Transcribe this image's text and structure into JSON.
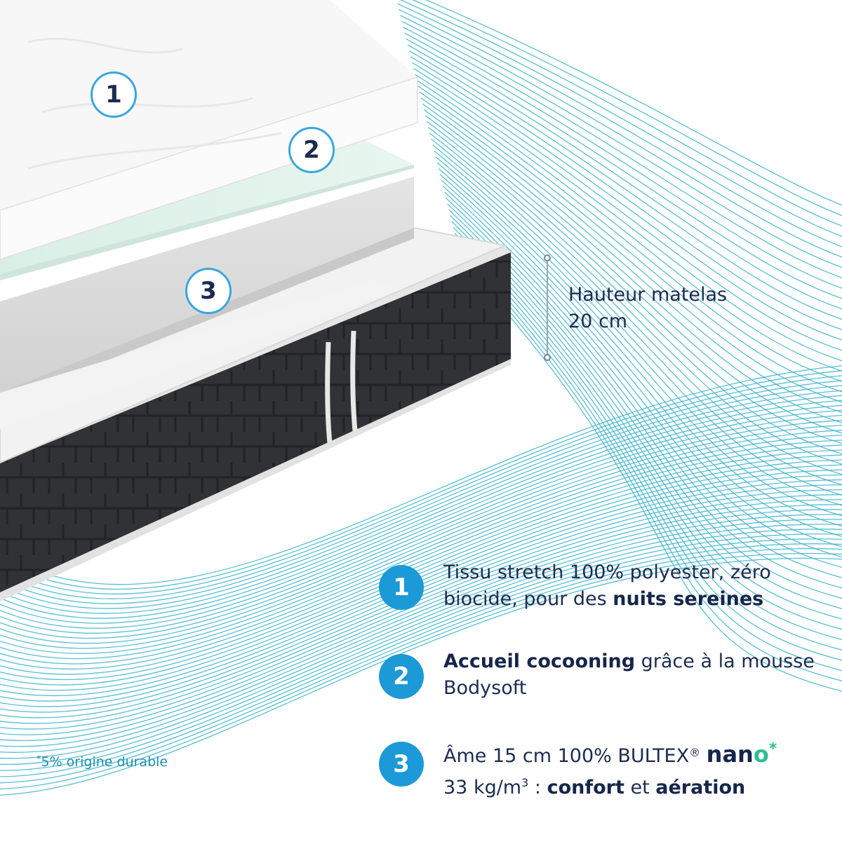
{
  "colors": {
    "accent": "#1b9ad7",
    "wave_lines": "#39b4cc",
    "text": "#1d2c4f",
    "nano_o": "#2dbf8f",
    "mattress_side": "#2f3033"
  },
  "layer_markers": [
    "1",
    "2",
    "3"
  ],
  "height": {
    "line1": "Hauteur matelas",
    "line2": "20 cm"
  },
  "features": [
    {
      "number": "1",
      "line1": "Tissu stretch 100% polyester, zéro",
      "line2_plain": "biocide, pour des ",
      "line2_bold": "nuits sereines"
    },
    {
      "number": "2",
      "line1_bold": "Accueil cocooning",
      "line1_plain": " grâce à la mousse",
      "line2": "Bodysoft"
    },
    {
      "number": "3",
      "line1_plain": "Âme 15 cm 100% BULTEX",
      "line1_reg": "®",
      "brand_nan": "nan",
      "brand_o": "o",
      "brand_star": "*",
      "line2_plain": "33 kg/m",
      "line2_sup": "3",
      "line2_sep": " : ",
      "line2_bold1": "confort",
      "line2_mid": " et ",
      "line2_bold2": "aération"
    }
  ],
  "footnote": {
    "asterisk": "*",
    "text": "5% origine durable"
  }
}
